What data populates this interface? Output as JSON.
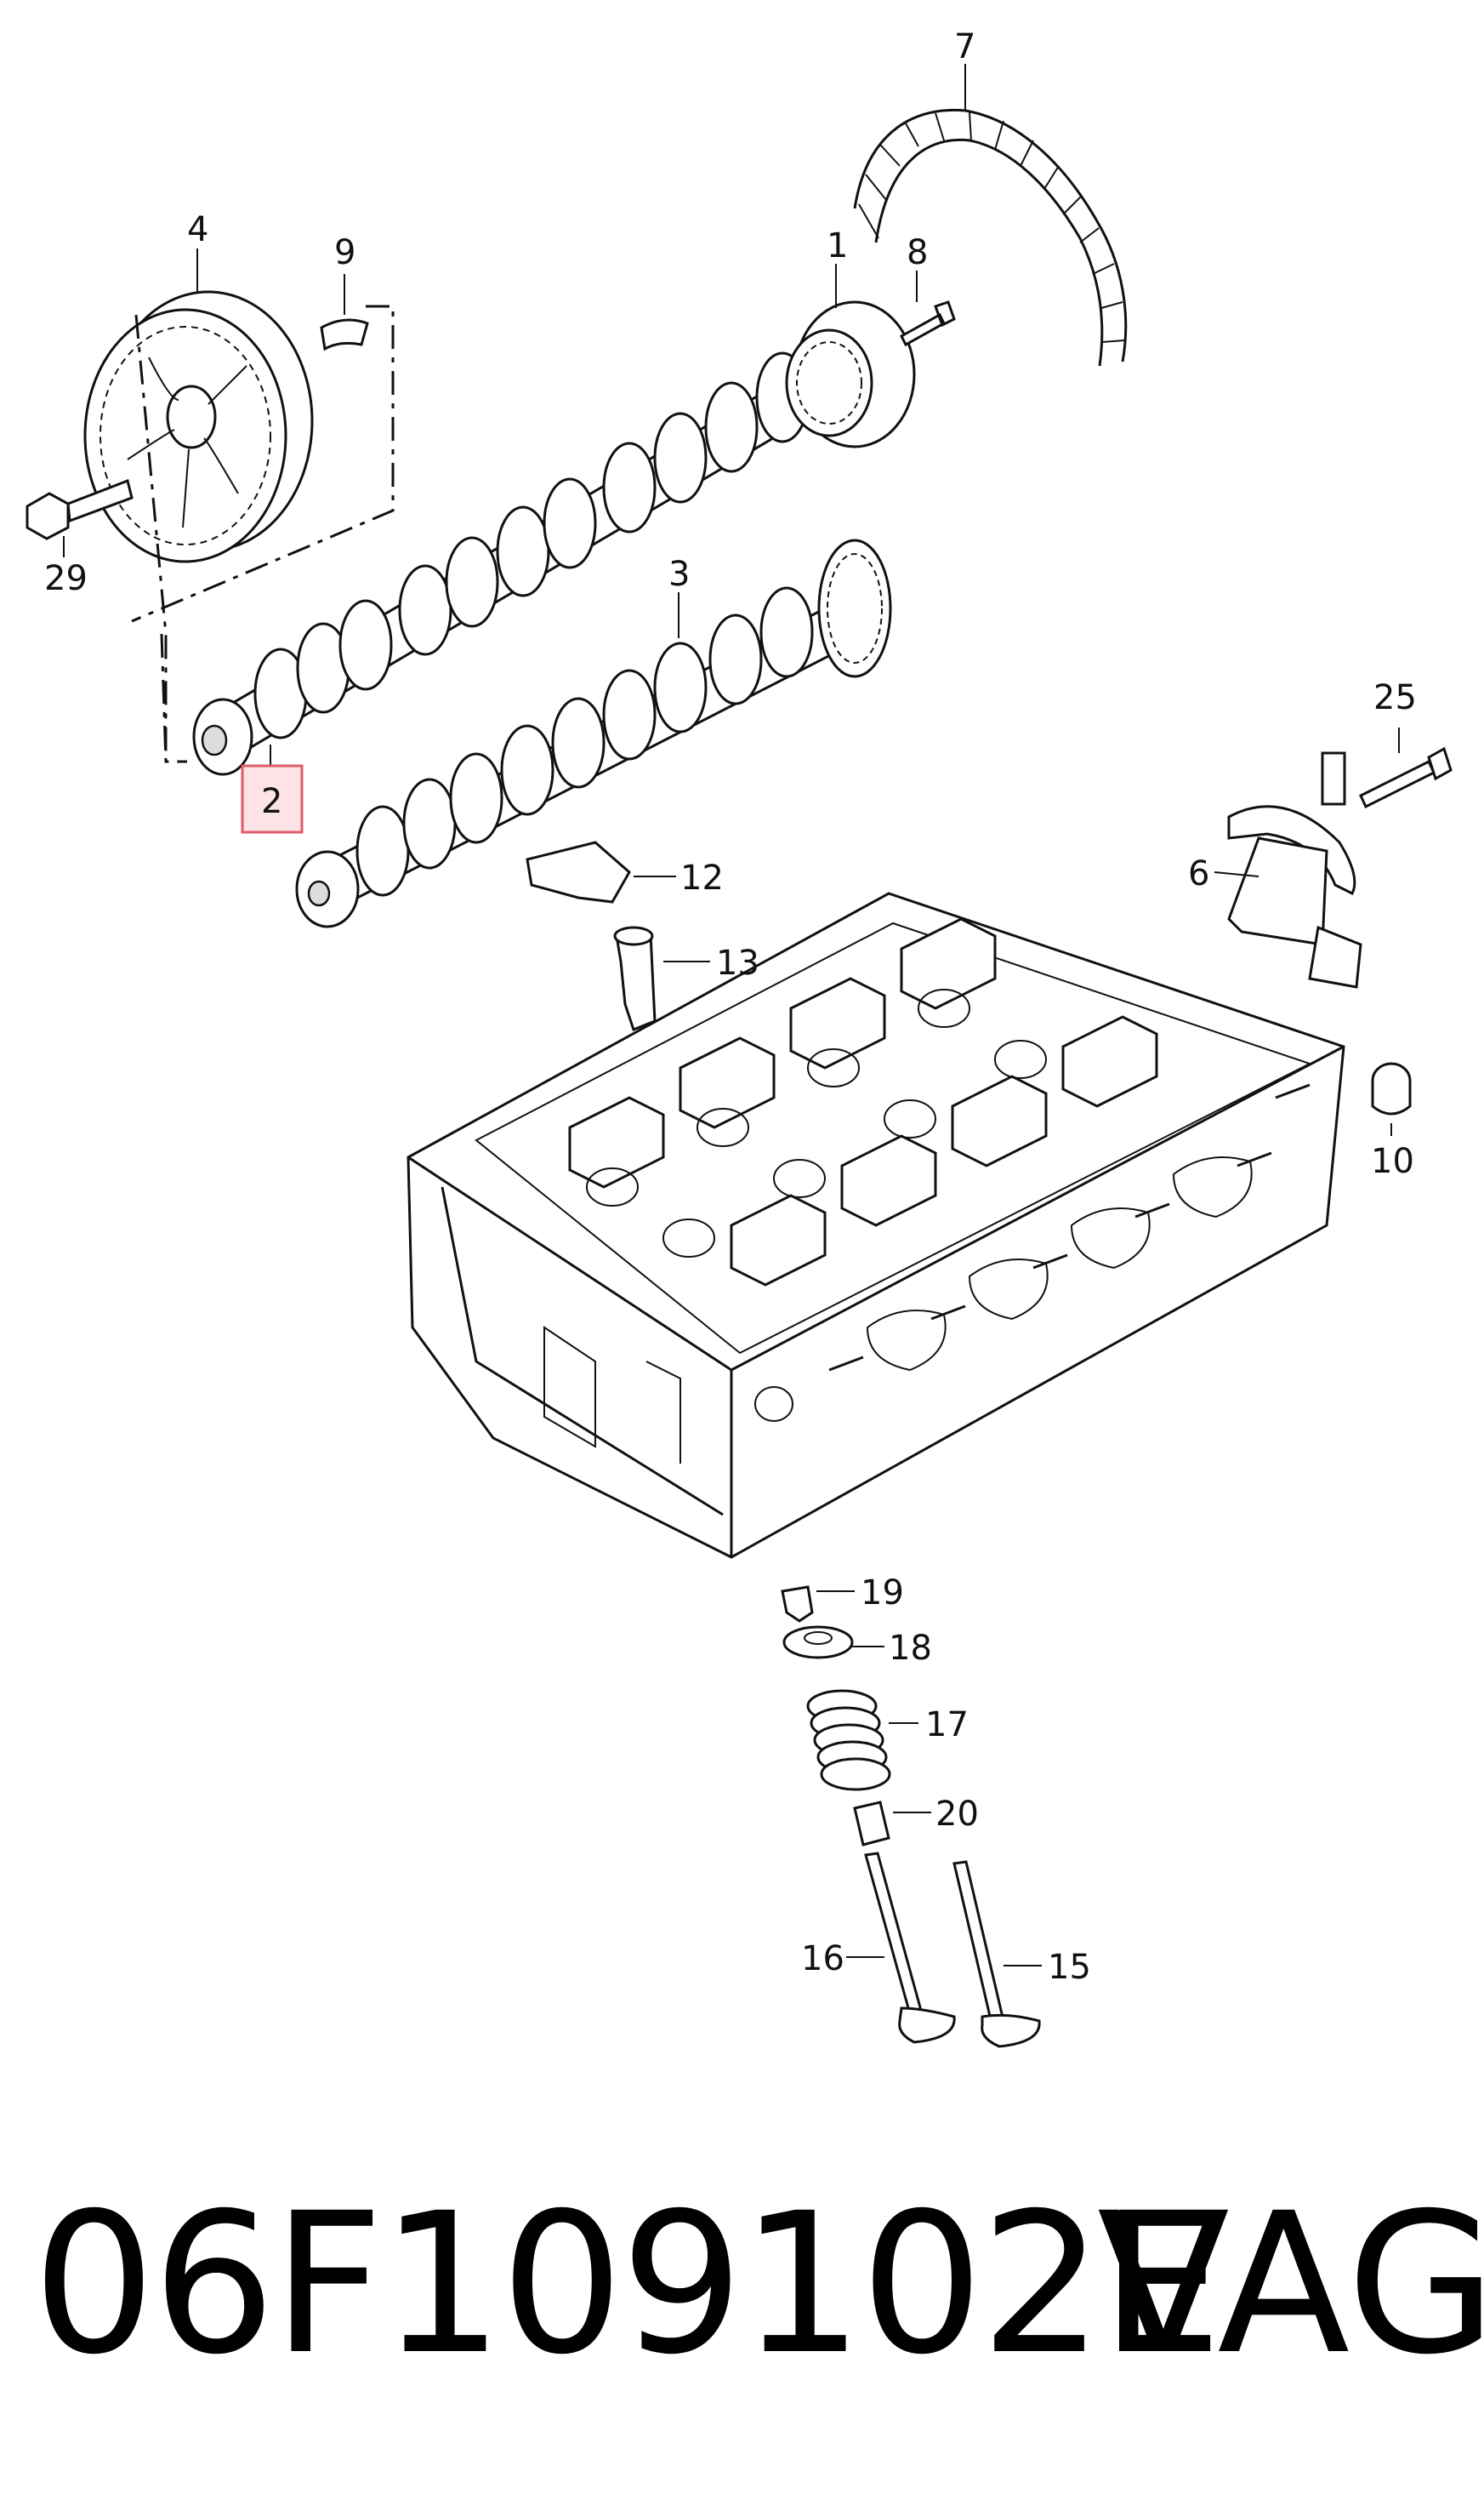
{
  "callouts": {
    "c1": "1",
    "c2": "2",
    "c3": "3",
    "c4": "4",
    "c6": "6",
    "c7": "7",
    "c8": "8",
    "c9": "9",
    "c10": "10",
    "c12": "12",
    "c13": "13",
    "c15": "15",
    "c16": "16",
    "c17": "17",
    "c18": "18",
    "c19": "19",
    "c20": "20",
    "c25": "25",
    "c29": "29"
  },
  "highlight": {
    "part": "2",
    "color": "#e05a6a",
    "fill": "#fbe3e6"
  },
  "footer": {
    "part_number": "06F109102E",
    "brand": "VAG"
  }
}
